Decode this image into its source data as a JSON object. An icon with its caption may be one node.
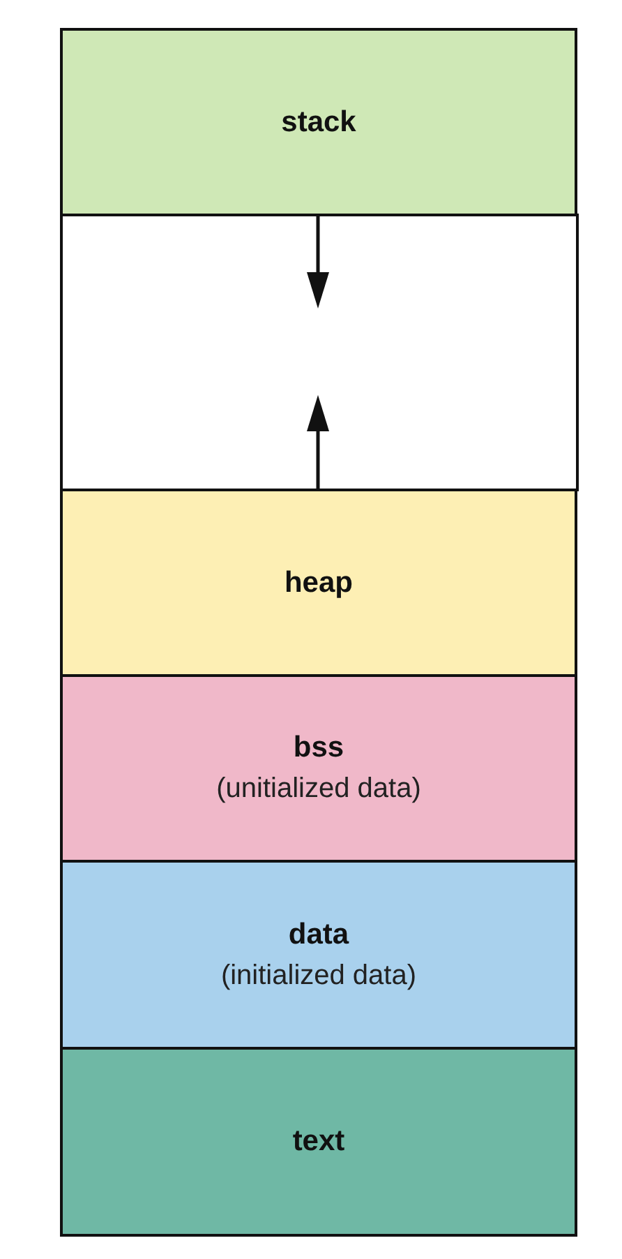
{
  "diagram": {
    "nodes": [
      {
        "text": [
          "stack"
        ]
      },
      {
        "text": [],
        "shape": "box"
      },
      {
        "text": [
          "heap"
        ]
      },
      {
        "text": [
          "bss",
          "(unitialized data)"
        ]
      },
      {
        "text": [
          "data",
          "(initialized data)"
        ]
      },
      {
        "text": [
          "text"
        ]
      }
    ]
  }
}
